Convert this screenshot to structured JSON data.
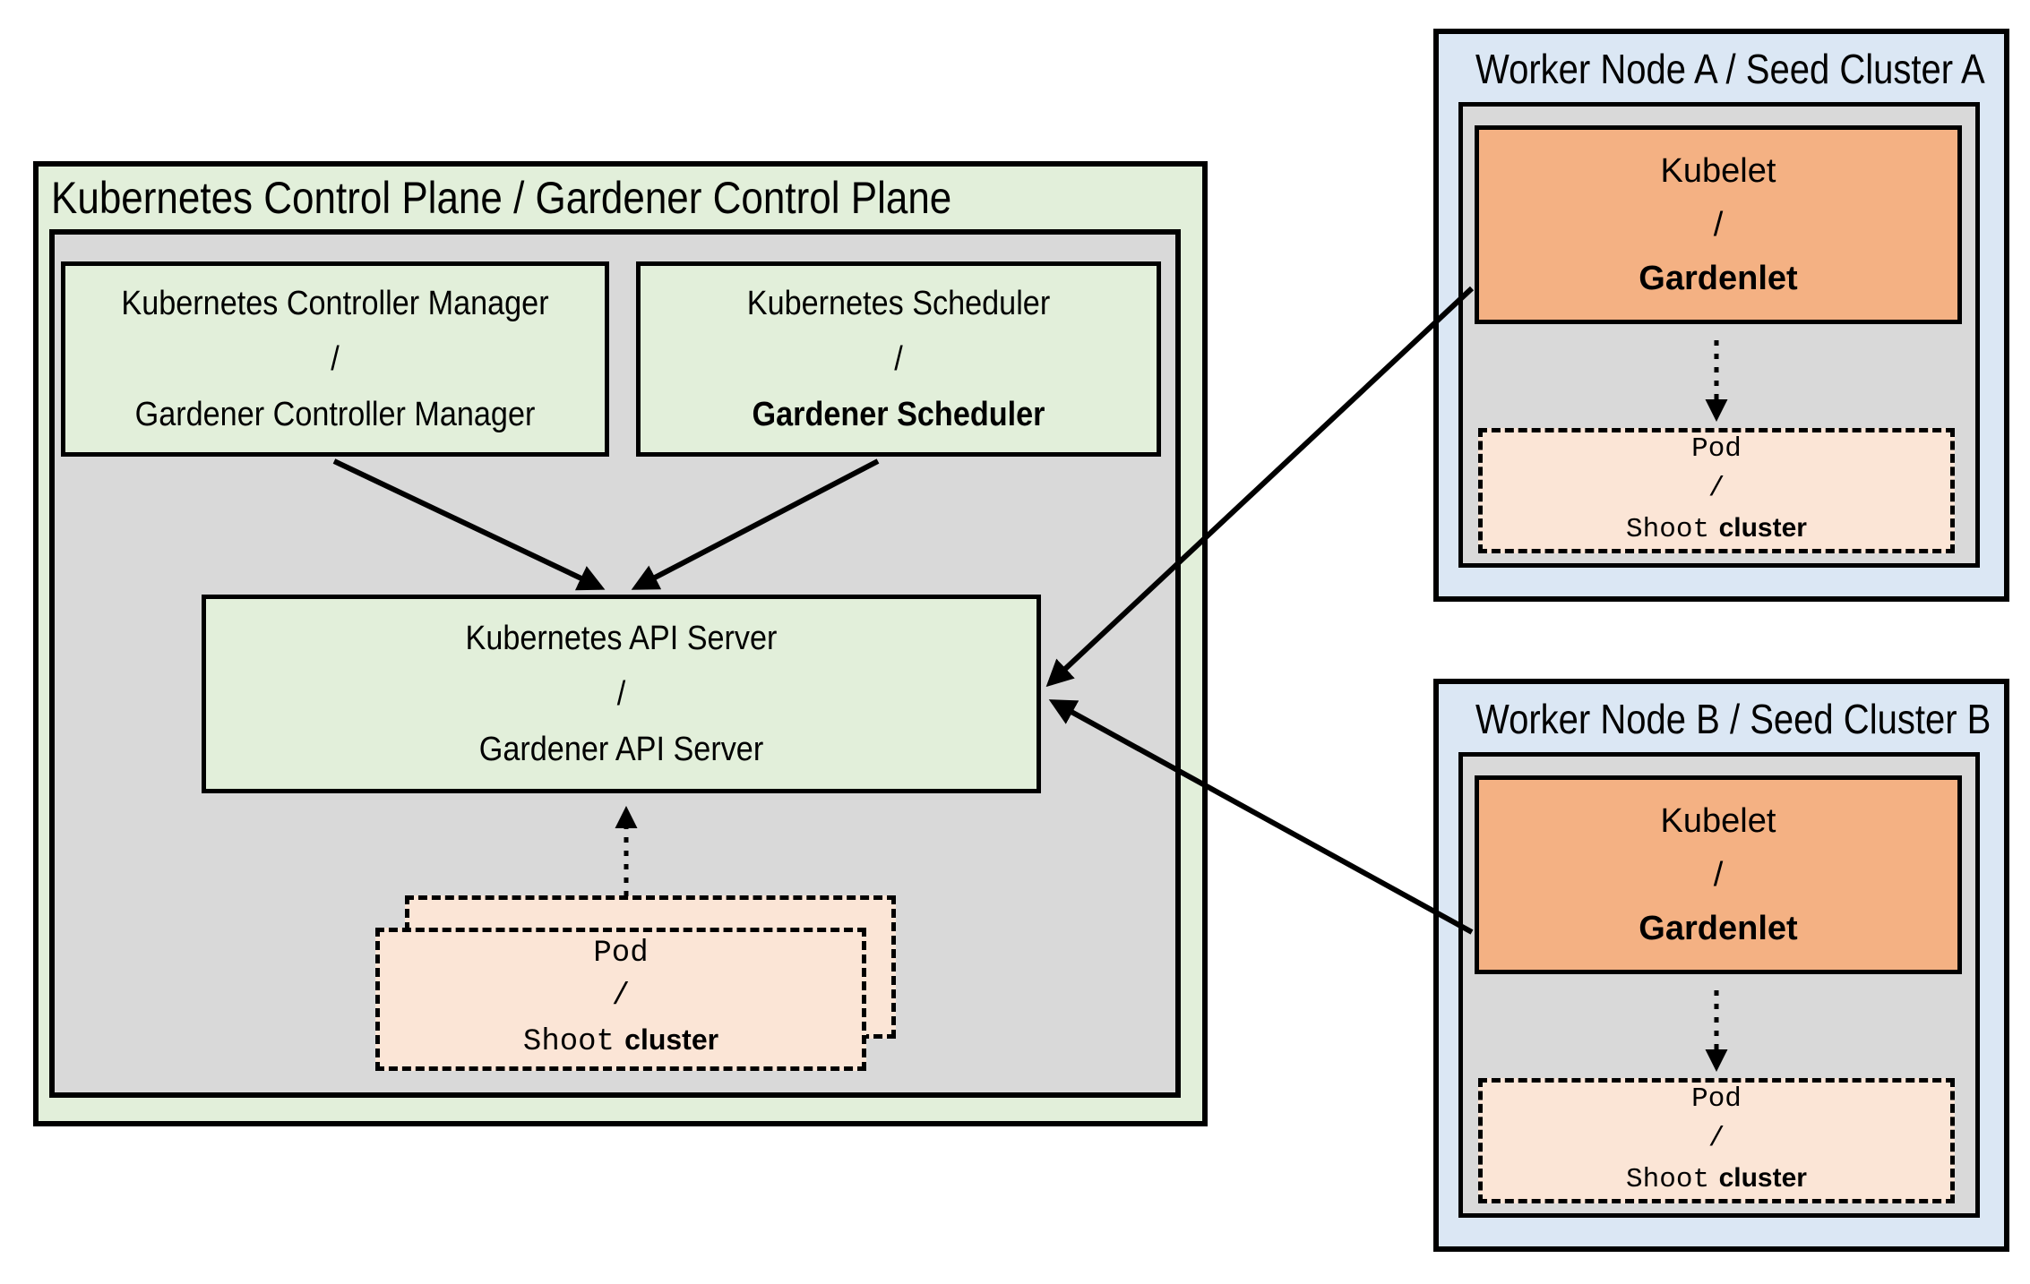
{
  "control_plane": {
    "title": "Kubernetes Control Plane / Gardener Control Plane",
    "controller_manager": {
      "line1": "Kubernetes Controller Manager",
      "sep": "/",
      "line2": "Gardener Controller Manager"
    },
    "scheduler": {
      "line1": "Kubernetes Scheduler",
      "sep": "/",
      "line2": "Gardener Scheduler"
    },
    "api_server": {
      "line1": "Kubernetes API Server",
      "sep": "/",
      "line2": "Gardener API Server"
    },
    "pod": {
      "line1": "Pod",
      "sep": "/",
      "line2_mono": "Shoot",
      "line2_sans": "cluster"
    }
  },
  "worker_a": {
    "title": "Worker Node A / Seed Cluster A",
    "kubelet": {
      "line1": "Kubelet",
      "sep": "/",
      "line2": "Gardenlet"
    },
    "pod": {
      "line1": "Pod",
      "sep": "/",
      "line2_mono": "Shoot",
      "line2_sans": "cluster"
    }
  },
  "worker_b": {
    "title": "Worker Node B / Seed Cluster B",
    "kubelet": {
      "line1": "Kubelet",
      "sep": "/",
      "line2": "Gardenlet"
    },
    "pod": {
      "line1": "Pod",
      "sep": "/",
      "line2_mono": "Shoot",
      "line2_sans": "cluster"
    }
  },
  "colors": {
    "green": "#e2efda",
    "gray": "#d9d9d9",
    "blue": "#dbe7f4",
    "orange": "#f4b183",
    "peach": "#fbe5d6",
    "line": "#000000"
  }
}
